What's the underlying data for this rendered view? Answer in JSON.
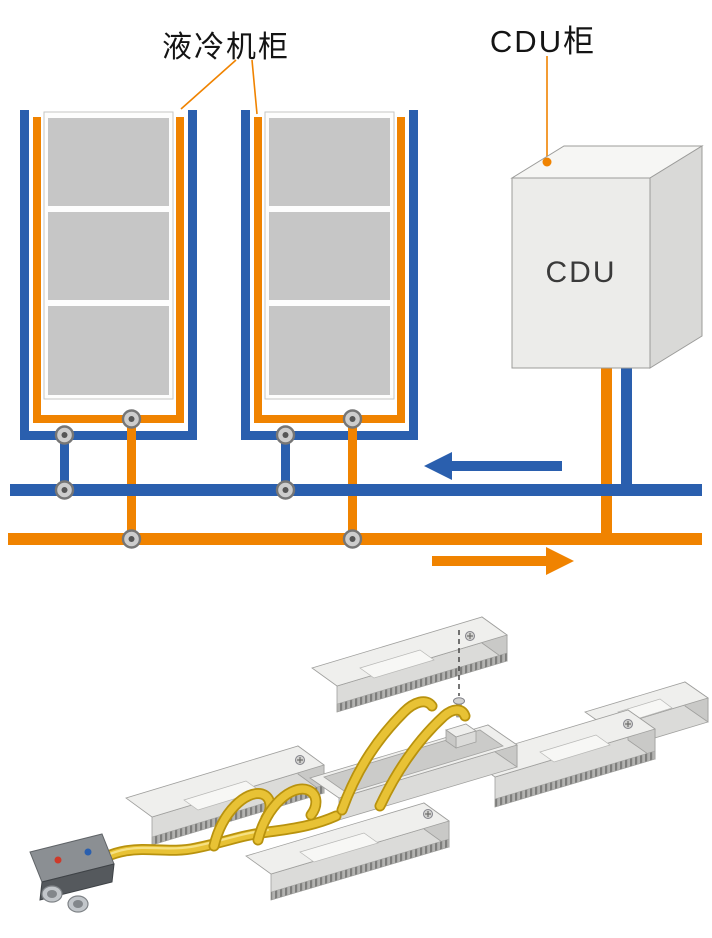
{
  "diagram": {
    "rack_label": "液冷机柜",
    "cdu_cabinet_label": "CDU柜",
    "cdu_box_label": "CDU"
  },
  "colors": {
    "blue": "#2A5FAE",
    "orange": "#F08300",
    "block": "#C6C6C6",
    "box_front": "#ECECEA",
    "box_top": "#F6F6F4",
    "box_side": "#D9D9D7",
    "box_edge": "#9C9C9A",
    "hose": "#E8C235",
    "hose_dark": "#B8920E",
    "hose_light": "#F6E183",
    "board_top": "#EFEFED",
    "board_front": "#DBDBD9",
    "board_side": "#C9C9C7",
    "board_edge": "#9F9F9D",
    "coupling_fill": "#CDCDCD",
    "coupling_ring": "#767676",
    "connector_body": "#55595D",
    "connector_plate": "#8B8F93",
    "metal": "#C2C6CA",
    "red_mark": "#CE3A2A"
  }
}
